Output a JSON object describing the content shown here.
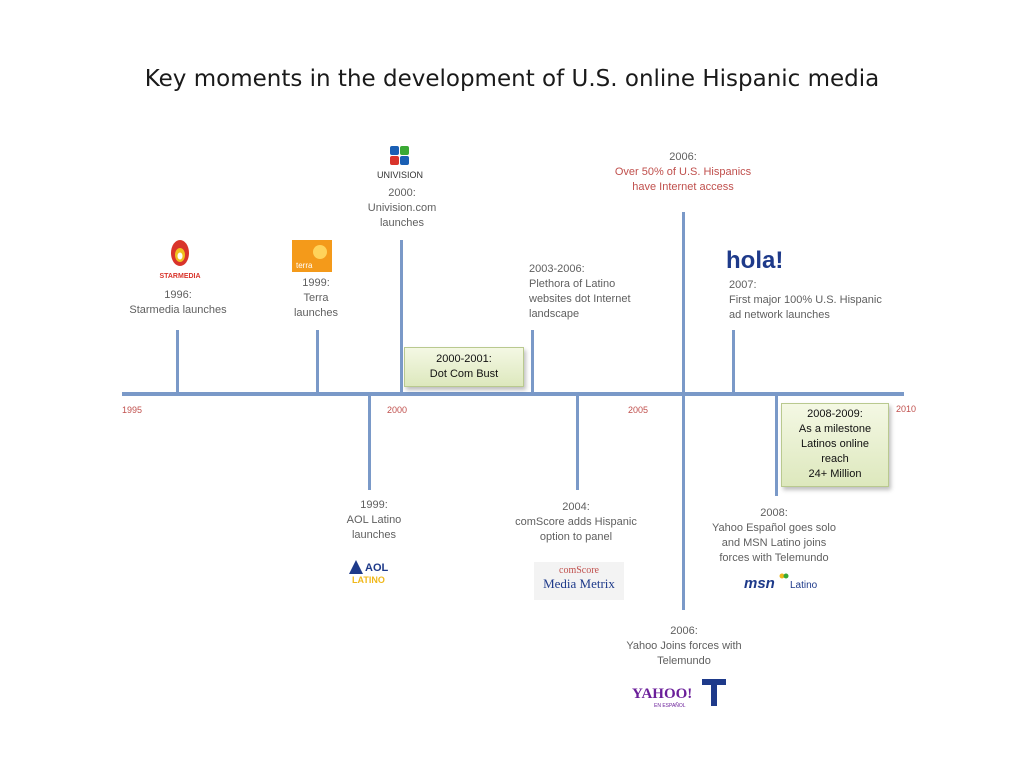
{
  "title": "Key moments in the development of U.S. online Hispanic media",
  "axis": {
    "years": [
      "1995",
      "2000",
      "2005",
      "2010"
    ]
  },
  "events_above": {
    "starmedia": {
      "year": "1996:",
      "text": "Starmedia launches",
      "logo": "STARMEDIA"
    },
    "terra": {
      "year": "1999:",
      "line1": "Terra",
      "line2": "launches",
      "logo": "terra"
    },
    "univision": {
      "year": "2000:",
      "line1": "Univision.com",
      "line2": "launches",
      "logo": "UNIVISION"
    },
    "plethora": {
      "line1": "2003-2006:",
      "line2": "Plethora of Latino",
      "line3": "websites dot Internet",
      "line4": "landscape"
    },
    "access": {
      "line1": "2006:",
      "line2": "Over 50% of U.S. Hispanics",
      "line3": "have Internet access"
    },
    "hola": {
      "line1": "2007:",
      "line2": "First major 100% U.S. Hispanic",
      "line3": "ad network launches",
      "logo": "hola!"
    }
  },
  "events_below": {
    "aol": {
      "year": "1999:",
      "line1": "AOL Latino",
      "line2": "launches",
      "logo_top": "AOL",
      "logo_bottom": "LATINO"
    },
    "comscore": {
      "year": "2004:",
      "line1": "comScore adds Hispanic",
      "line2": "option to panel",
      "logo_top": "comScore",
      "logo_bottom": "Media Metrix"
    },
    "yahoo": {
      "year": "2006:",
      "line1": "Yahoo Joins forces with",
      "line2": "Telemundo",
      "logo": "YAHOO!",
      "logo_sub": "EN ESPAÑOL"
    },
    "msn": {
      "year": "2008:",
      "line1": "Yahoo Español goes solo",
      "line2": "and MSN Latino joins",
      "line3": "forces with Telemundo",
      "logo": "msn",
      "logo_sub": "Latino"
    }
  },
  "boxes": {
    "dotcom": {
      "line1": "2000-2001:",
      "line2": "Dot Com Bust"
    },
    "milestone": {
      "line1": "2008-2009:",
      "line2": "As a milestone",
      "line3": "Latinos online",
      "line4": "reach",
      "line5": "24+ Million"
    }
  },
  "colors": {
    "axis": "#7a99c8",
    "year": "#c0504d",
    "box": "#e8efcf",
    "univision_blue": "#1a5fb4",
    "univision_green": "#3aa935",
    "univision_red": "#d9342b"
  }
}
